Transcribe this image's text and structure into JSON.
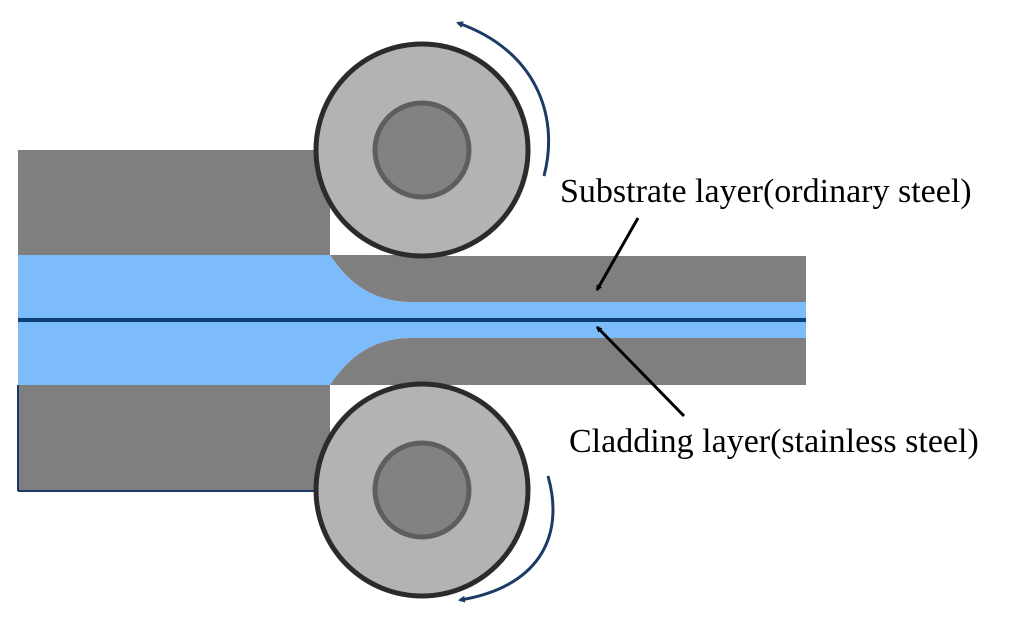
{
  "labels": {
    "substrate": "Substrate layer(ordinary steel)",
    "cladding": "Cladding layer(stainless steel)"
  },
  "colors": {
    "background": "#ffffff",
    "steel": "#7f7f7f",
    "cladding": "#7dbcfb",
    "interface": "#0d3e75",
    "roll_outer": "#b3b3b3",
    "roll_core": "#828282",
    "roll_stroke": "#2b2b2b",
    "roll_core_stroke": "#5e5e5e",
    "rotation_arrow": "#1d3a66",
    "pointer_arrow": "#000000",
    "text": "#000000"
  },
  "rolls": [
    {
      "name": "top-roll",
      "rotation": "counter-clockwise"
    },
    {
      "name": "bottom-roll",
      "rotation": "clockwise"
    }
  ]
}
